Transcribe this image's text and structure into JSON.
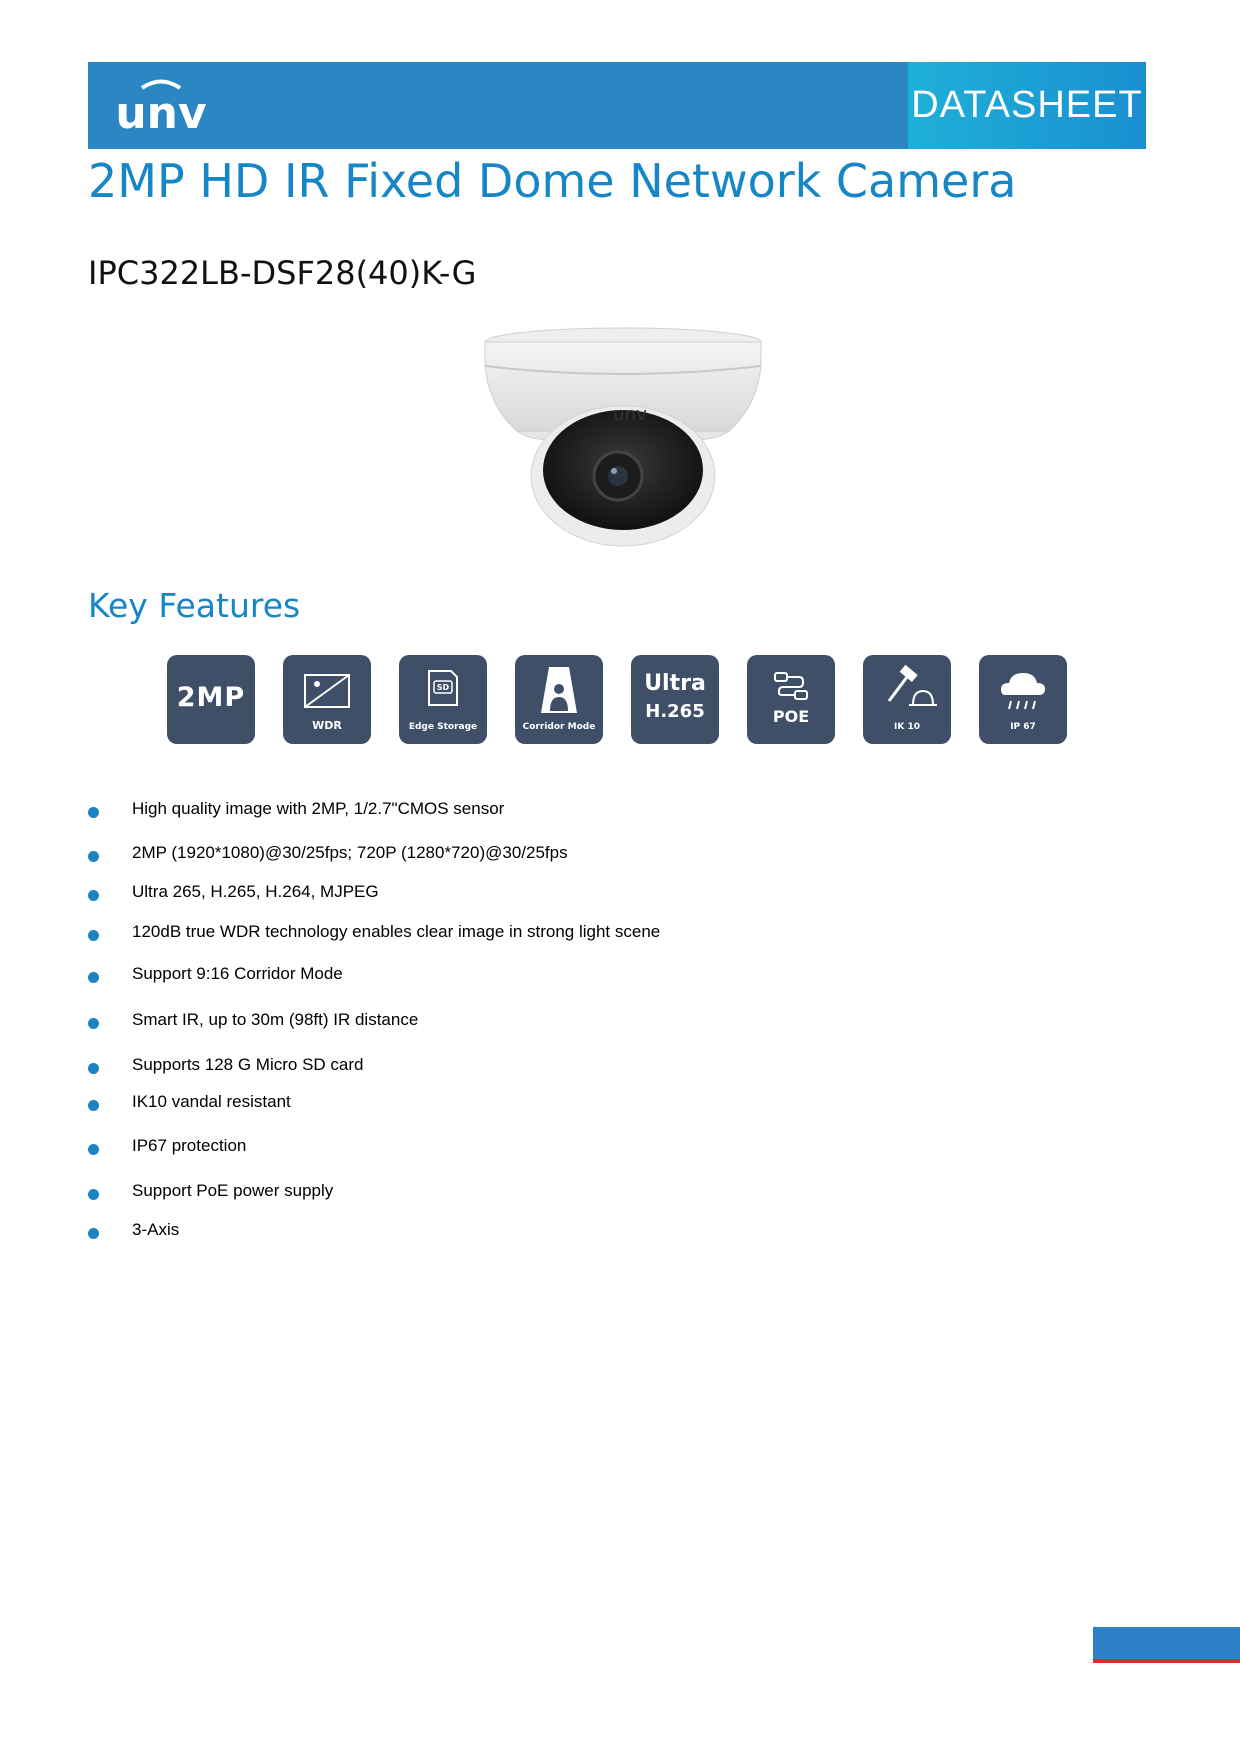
{
  "header": {
    "logo_text": "unv",
    "badge": "DATASHEET",
    "brand_color": "#2b86c4"
  },
  "title": "2MP HD IR Fixed Dome Network Camera",
  "model": "IPC322LB-DSF28(40)K-G",
  "product_image": {
    "icon": "dome-camera-image",
    "logo_text": "unv"
  },
  "key_features": {
    "heading": "Key Features",
    "icons": [
      {
        "label": "2MP",
        "icon": "2mp-icon"
      },
      {
        "label": "WDR",
        "icon": "wdr-icon"
      },
      {
        "label": "Edge Storage",
        "icon": "sd-card-icon"
      },
      {
        "label": "Corridor Mode",
        "icon": "corridor-mode-icon"
      },
      {
        "label": "Ultra",
        "label2": "H.265",
        "icon": "ultra-h265-icon"
      },
      {
        "label": "POE",
        "icon": "poe-icon"
      },
      {
        "label": "IK 10",
        "icon": "hammer-icon"
      },
      {
        "label": "IP 67",
        "icon": "rain-cloud-icon"
      }
    ]
  },
  "features": [
    "High quality image with 2MP, 1/2.7\"CMOS sensor",
    "2MP (1920*1080)@30/25fps; 720P (1280*720)@30/25fps",
    "Ultra 265, H.265, H.264, MJPEG",
    "120dB true WDR technology enables clear image in strong light scene",
    "Support 9:16 Corridor Mode",
    "Smart IR, up to 30m (98ft) IR distance",
    "Supports 128 G Micro SD card",
    "IK10 vandal resistant",
    "IP67 protection",
    "Support PoE power supply",
    "3-Axis"
  ],
  "colors": {
    "accent": "#1786c6",
    "icon_bg": "#3f4f68",
    "footer_red": "#d72f2f"
  }
}
